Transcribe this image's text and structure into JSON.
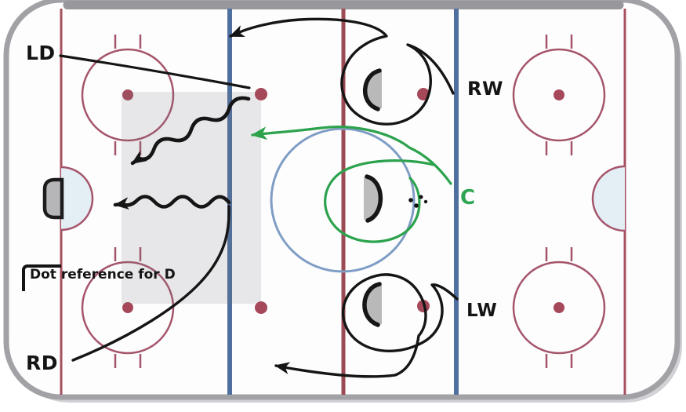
{
  "diagram": {
    "kind": "hockey-rink-drill",
    "labels": {
      "left_defense": "LD",
      "right_defense": "RD",
      "right_wing": "RW",
      "left_wing": "LW",
      "center": "C",
      "annotation": "Dot reference for D"
    },
    "colors": {
      "board_gray": "#a2a2a6",
      "board_top_band": "#97979c",
      "ice_white": "#fdfdfe",
      "goal_line_red": "#a5505f",
      "blue_line": "#4f6f9e",
      "center_line_red": "#9c4a54",
      "faceoff_maroon": "#a5556a",
      "faceoff_dot": "#a5485a",
      "center_circle_blue": "#7f9dc4",
      "center_dot_blue": "#2257c5",
      "crease_fill": "#e4eef5",
      "net_gray": "#b9b9ba",
      "shaded_zone_gray": "#74747c",
      "route_black": "#151515",
      "route_green": "#2ca24c"
    }
  }
}
